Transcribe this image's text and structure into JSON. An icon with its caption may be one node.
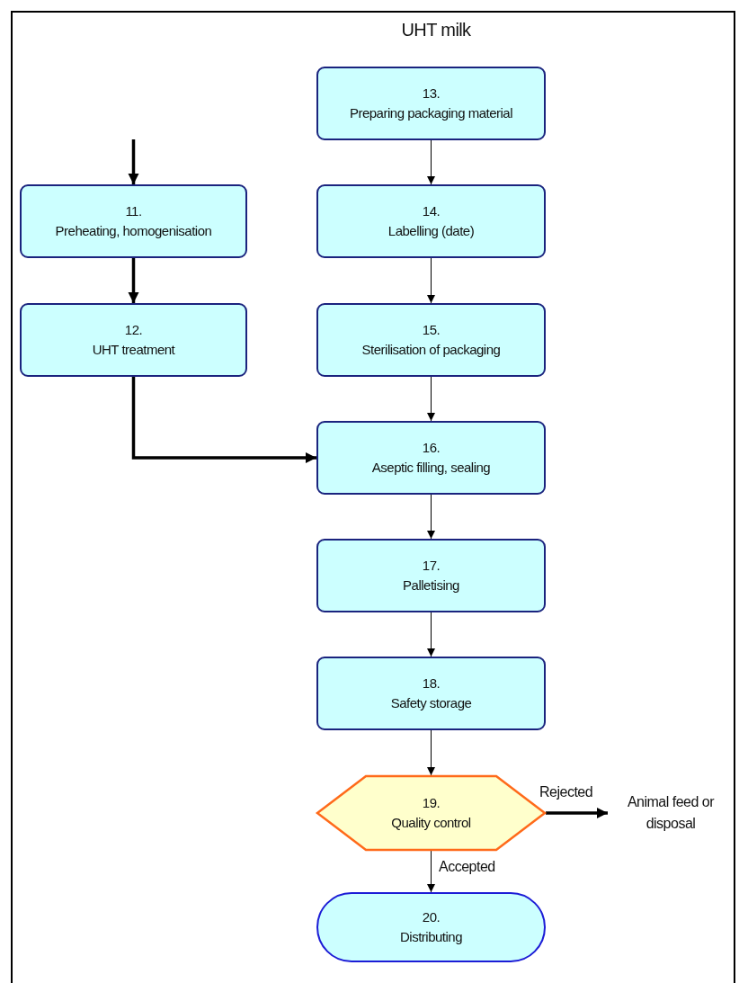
{
  "diagram": {
    "title": "UHT milk",
    "nodes": [
      {
        "text": [
          "11.",
          "Preheating, homogenisation"
        ]
      },
      {
        "text": [
          "12.",
          "UHT treatment"
        ]
      },
      {
        "text": [
          "13.",
          "Preparing packaging material"
        ]
      },
      {
        "text": [
          "14.",
          "Labelling (date)"
        ]
      },
      {
        "text": [
          "15.",
          "Sterilisation of packaging"
        ]
      },
      {
        "text": [
          "16.",
          "Aseptic filling, sealing"
        ]
      },
      {
        "text": [
          "17.",
          "Palletising"
        ]
      },
      {
        "text": [
          "18.",
          "Safety storage"
        ]
      },
      {
        "text": [
          "19.",
          "Quality control"
        ]
      },
      {
        "text": [
          "20.",
          "Distributing"
        ]
      },
      {
        "text": [
          "Animal feed or disposal"
        ]
      }
    ],
    "edges": [
      {
        "from": null,
        "to": 0,
        "arrow": "to",
        "style": "thick"
      },
      {
        "from": 0,
        "to": 1,
        "arrow": "to",
        "style": "thick"
      },
      {
        "from": 1,
        "to": 5,
        "arrow": "to",
        "style": "thick"
      },
      {
        "from": 2,
        "to": 3,
        "arrow": "to"
      },
      {
        "from": 3,
        "to": 4,
        "arrow": "to"
      },
      {
        "from": 4,
        "to": 5,
        "arrow": "to"
      },
      {
        "from": 5,
        "to": 6,
        "arrow": "to"
      },
      {
        "from": 6,
        "to": 7,
        "arrow": "to"
      },
      {
        "from": 7,
        "to": 8,
        "arrow": "to"
      },
      {
        "from": 8,
        "to": 10,
        "arrow": "to",
        "label": "Rejected",
        "style": "thick"
      },
      {
        "from": 8,
        "to": 9,
        "arrow": "to",
        "label": "Accepted"
      }
    ]
  }
}
